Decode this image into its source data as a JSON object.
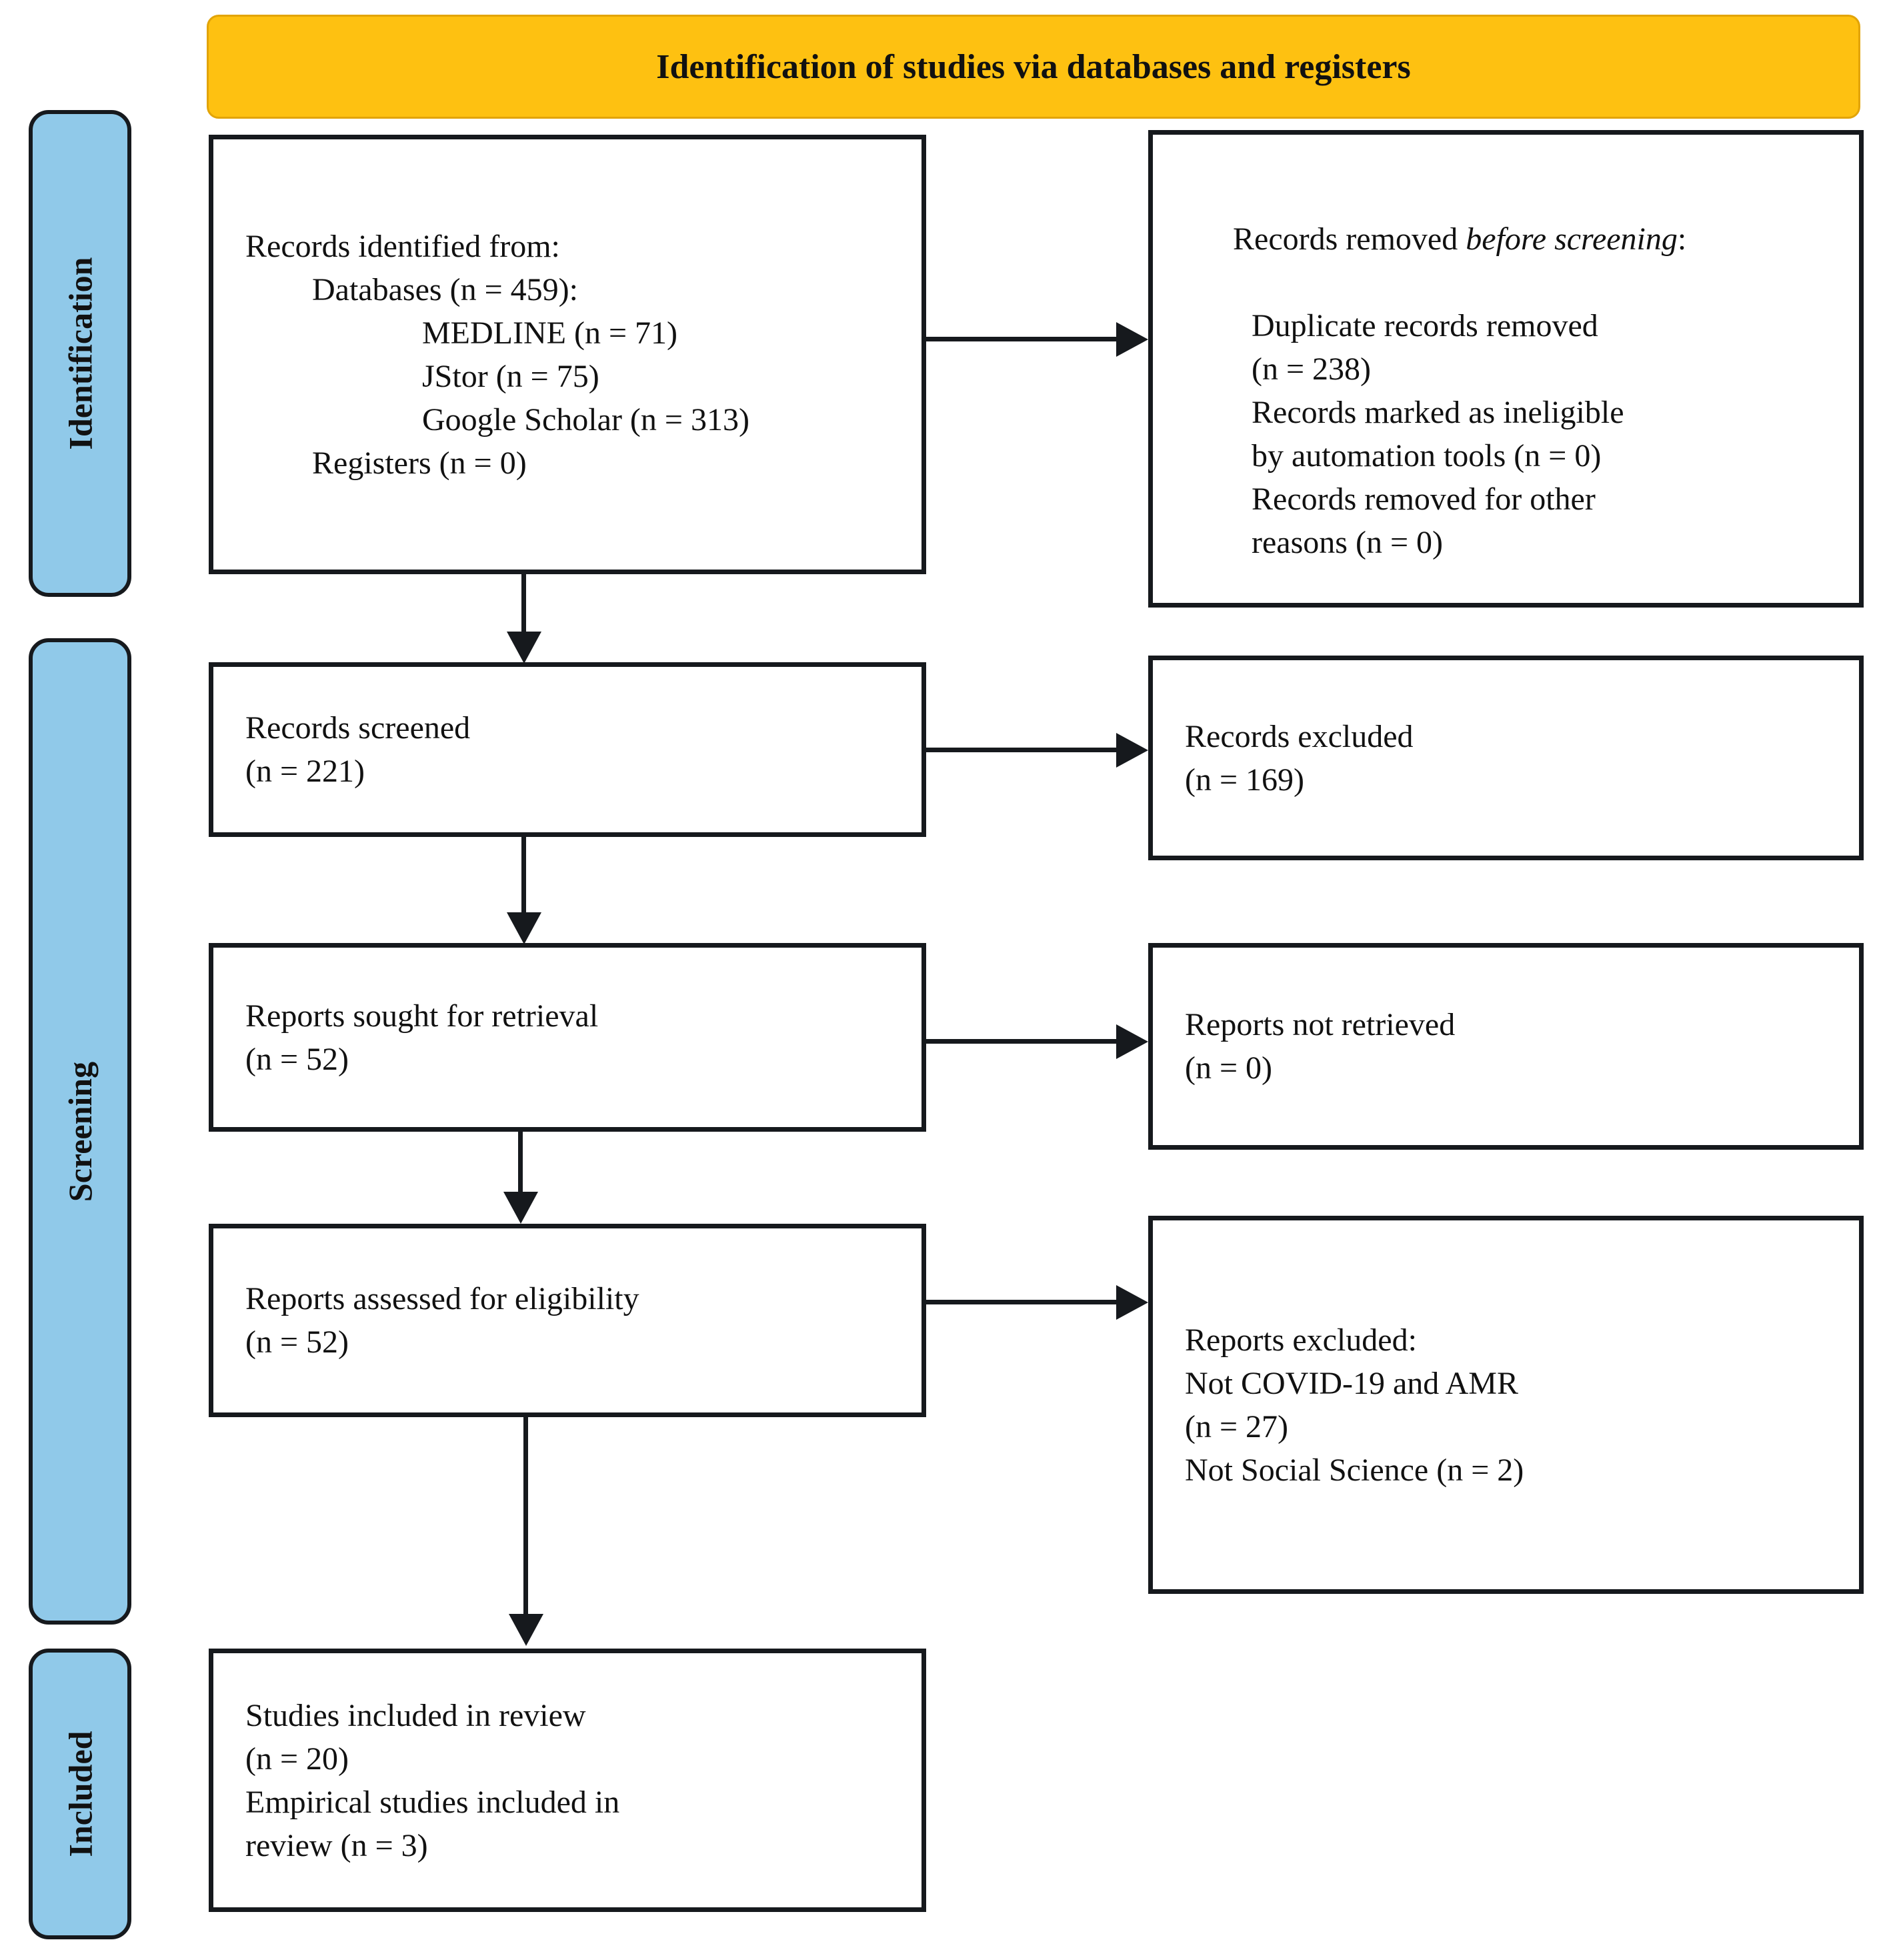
{
  "banner": {
    "title": "Identification of studies via databases and registers"
  },
  "stages": [
    {
      "label": "Identification"
    },
    {
      "label": "Screening"
    },
    {
      "label": "Included"
    }
  ],
  "boxes": {
    "records_identified": {
      "lines": [
        "Records identified from:",
        "Databases (n = 459):",
        "MEDLINE (n = 71)",
        "JStor (n = 75)",
        "Google Scholar (n = 313)",
        "Registers (n = 0)"
      ]
    },
    "records_removed": {
      "title": {
        "prefix": "Records removed ",
        "italic": "before screening",
        "suffix": ":"
      },
      "lines": [
        "Duplicate records removed",
        "(n = 238)",
        "Records marked as ineligible",
        "by automation tools (n = 0)",
        "Records removed for other",
        "reasons (n = 0)"
      ]
    },
    "records_screened": {
      "lines": [
        "Records screened",
        "(n = 221)"
      ]
    },
    "records_excluded": {
      "lines": [
        "Records excluded",
        "(n = 169)"
      ]
    },
    "reports_sought": {
      "lines": [
        "Reports sought for retrieval",
        "(n = 52)"
      ]
    },
    "reports_not_retrieved": {
      "lines": [
        "Reports not retrieved",
        "(n = 0)"
      ]
    },
    "reports_assessed": {
      "lines": [
        "Reports assessed for eligibility",
        "(n = 52)"
      ]
    },
    "reports_excluded": {
      "lines": [
        "Reports excluded:",
        "Not COVID-19 and AMR",
        "(n = 27)",
        "Not Social Science (n = 2)"
      ]
    },
    "studies_included": {
      "lines": [
        "Studies included in review",
        "(n = 20)",
        "Empirical studies included in",
        "review (n = 3)"
      ]
    }
  },
  "colors": {
    "banner_bg": "#FEC111",
    "stage_bg": "#90C9E9",
    "outline": "#16191D",
    "arrow": "#16191D"
  }
}
